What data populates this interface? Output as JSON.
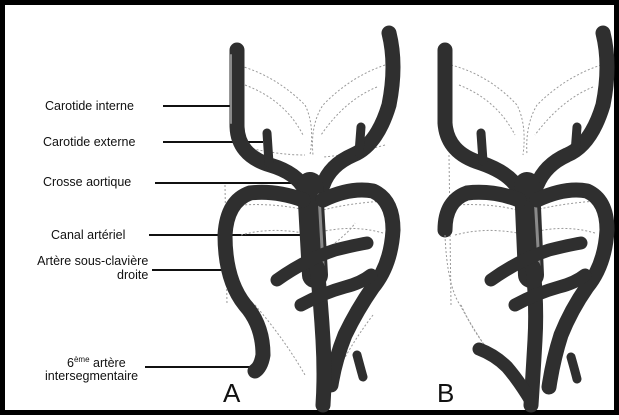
{
  "labels": {
    "carotide_interne": "Carotide interne",
    "carotide_externe": "Carotide externe",
    "crosse_aortique": "Crosse aortique",
    "canal_arteriel": "Canal artériel",
    "artere_sous_claviere_line1": "Artère sous-clavière",
    "artere_sous_claviere_line2": "droite",
    "sixieme_prefix": "6",
    "sixieme_sup": "ème",
    "sixieme_suffix": " artère",
    "intersegmentaire": "intersegmentaire"
  },
  "panels": {
    "a": "A",
    "b": "B"
  },
  "colors": {
    "vessel": "#2f2f2f",
    "outline": "#000000",
    "background": "#ffffff"
  }
}
